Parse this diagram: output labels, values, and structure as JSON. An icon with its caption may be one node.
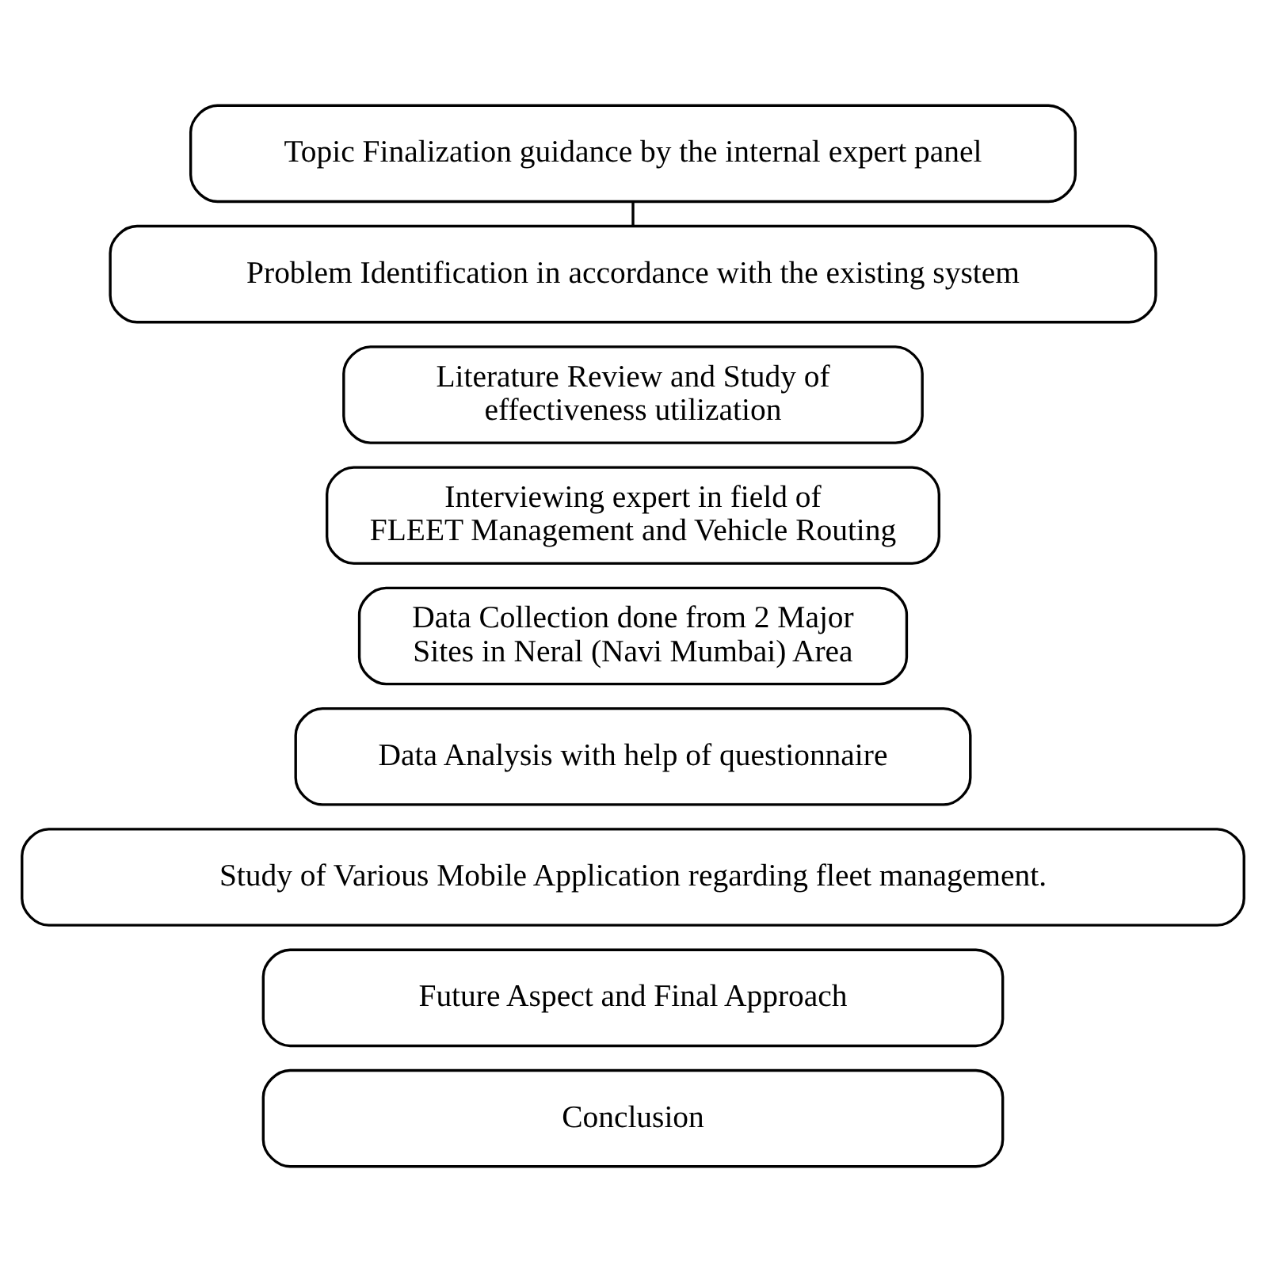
{
  "diagram": {
    "nodes": [
      {
        "text": [
          "Topic Finalization guidance by the internal expert panel"
        ]
      },
      {
        "text": [
          "Problem Identification in accordance with the existing system"
        ]
      },
      {
        "text": [
          "Literature Review and Study of effectiveness utilization"
        ]
      },
      {
        "text": [
          "Interviewing expert in field of FLEET Management and Vehicle Routing"
        ]
      },
      {
        "text": [
          "Data Collection done from 2 Major Sites in Neral (Navi Mumbai) Area"
        ]
      },
      {
        "text": [
          "Data Analysis with help of questionnaire"
        ]
      },
      {
        "text": [
          "Study of Various Mobile Application regarding fleet management."
        ]
      },
      {
        "text": [
          "Future Aspect and Final Approach"
        ]
      },
      {
        "text": [
          "Conclusion"
        ]
      }
    ],
    "edges": [
      {
        "from": 0,
        "to": 1,
        "arrow": "none"
      }
    ]
  }
}
